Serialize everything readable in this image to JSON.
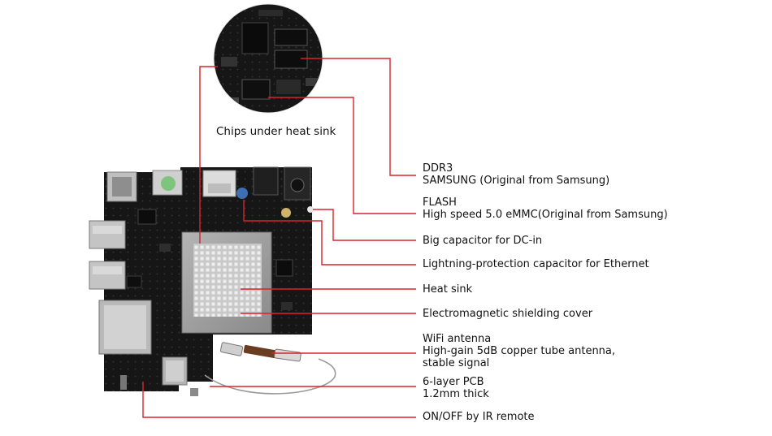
{
  "caption": "Chips under heat sink",
  "colors": {
    "leader_line": "#d8232a",
    "pcb": "#1a1a1a",
    "heatsink": "#9a9a9a",
    "background": "#ffffff"
  },
  "callouts": [
    {
      "id": "ddr3",
      "lines": [
        "DDR3",
        "SAMSUNG (Original from Samsung)"
      ]
    },
    {
      "id": "flash",
      "lines": [
        "FLASH",
        "High speed 5.0 eMMC(Original from Samsung)"
      ]
    },
    {
      "id": "big-capacitor",
      "lines": [
        "Big capacitor for DC-in"
      ]
    },
    {
      "id": "lightning-capacitor",
      "lines": [
        "Lightning-protection capacitor for Ethernet"
      ]
    },
    {
      "id": "heat-sink",
      "lines": [
        "Heat sink"
      ]
    },
    {
      "id": "em-shield",
      "lines": [
        "Electromagnetic shielding cover"
      ]
    },
    {
      "id": "wifi-antenna",
      "lines": [
        "WiFi antenna",
        "High-gain 5dB copper tube antenna,",
        "stable signal"
      ]
    },
    {
      "id": "pcb-layers",
      "lines": [
        "6-layer PCB",
        "1.2mm thick"
      ]
    },
    {
      "id": "ir-remote",
      "lines": [
        "ON/OFF by IR remote"
      ]
    }
  ]
}
